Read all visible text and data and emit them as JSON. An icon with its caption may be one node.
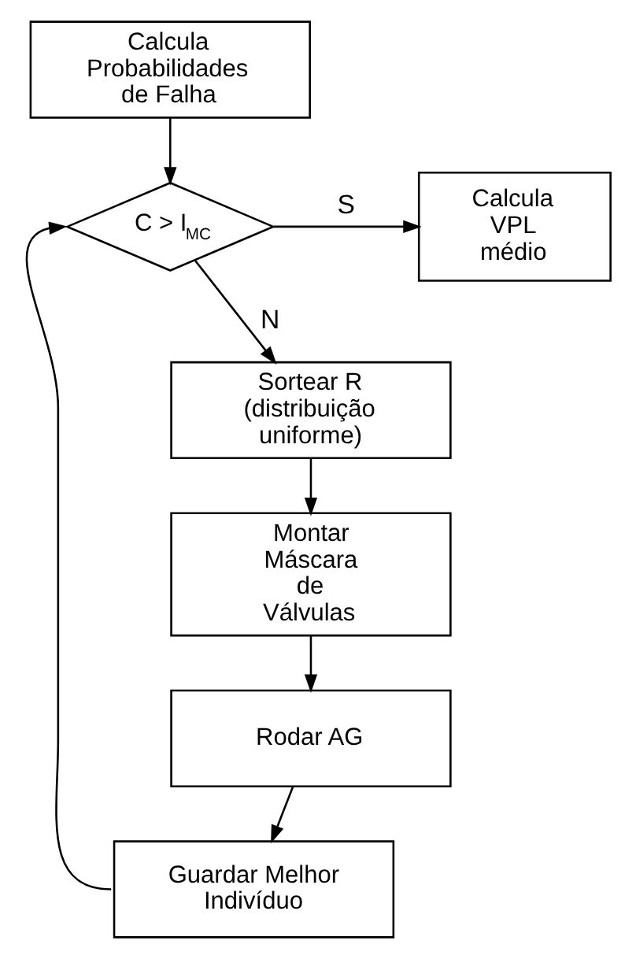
{
  "diagram": {
    "nodes": [
      {
        "text": [
          "Calcula Probabilidades de Falha"
        ]
      },
      {
        "text": [
          "C > I$_{MC}$"
        ]
      },
      {
        "text": [
          "Calcula VPL médio"
        ]
      },
      {
        "text": [
          "Sortear R (distribuição uniforme)"
        ]
      },
      {
        "text": [
          "Montar Máscara de Válvulas"
        ]
      },
      {
        "text": [
          "Rodar AG"
        ]
      },
      {
        "text": [
          "Guardar Melhor Indivíduo"
        ]
      }
    ],
    "edges": [
      {
        "from": 0,
        "to": 1,
        "arrow": "to"
      },
      {
        "from": 1,
        "to": 2,
        "arrow": "to",
        "label": "S"
      },
      {
        "from": 1,
        "to": 3,
        "arrow": "to",
        "label": "N"
      },
      {
        "from": 3,
        "to": 4,
        "arrow": "to"
      },
      {
        "from": 4,
        "to": 5,
        "arrow": "to"
      },
      {
        "from": 5,
        "to": 6,
        "arrow": "to"
      },
      {
        "from": 6,
        "to": 1,
        "arrow": "to"
      }
    ]
  }
}
